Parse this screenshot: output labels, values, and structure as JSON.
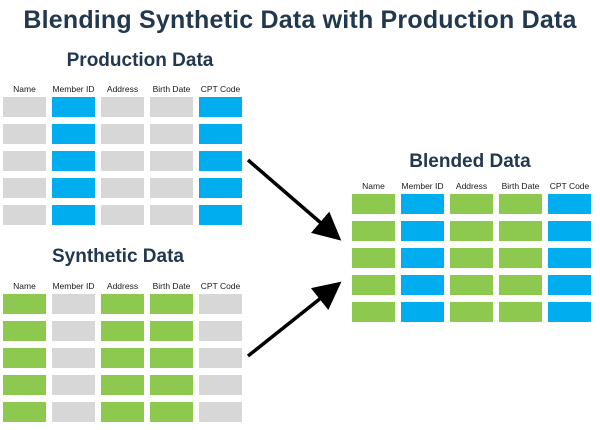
{
  "title": "Blending Synthetic Data with Production Data",
  "columns": [
    "Name",
    "Member ID",
    "Address",
    "Birth Date",
    "CPT Code"
  ],
  "colors": {
    "gray": "#d7d7d7",
    "blue": "#00adee",
    "green": "#8dc94e",
    "title": "#22384f",
    "arrow": "#000000"
  },
  "blocks": [
    {
      "id": "production",
      "title": "Production Data",
      "pattern": [
        "gray",
        "blue",
        "gray",
        "gray",
        "blue"
      ],
      "rows": 5
    },
    {
      "id": "synthetic",
      "title": "Synthetic Data",
      "pattern": [
        "green",
        "gray",
        "green",
        "green",
        "gray"
      ],
      "rows": 5
    },
    {
      "id": "blended",
      "title": "Blended Data",
      "pattern": [
        "green",
        "blue",
        "green",
        "green",
        "blue"
      ],
      "rows": 5
    }
  ]
}
